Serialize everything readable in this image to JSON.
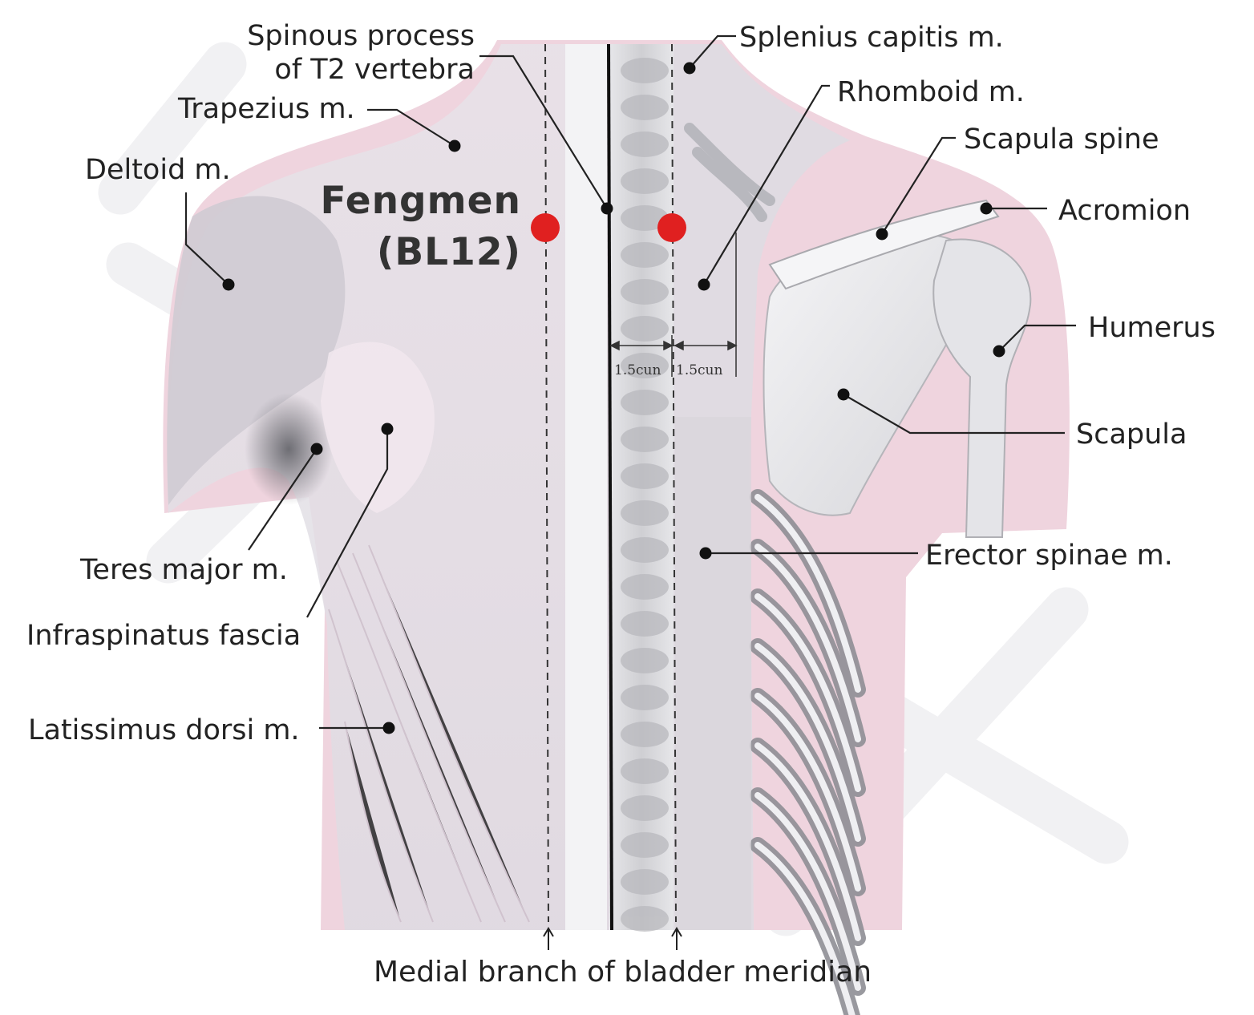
{
  "colors": {
    "body_pink": "#f0d2dc",
    "muscle_gray": "#d5d2d8",
    "bone_white": "#eeeef1",
    "spine_gray": "#c8c8cc",
    "rib_gray": "#8e8e94",
    "point_red": "#e02020",
    "label_text": "#222222",
    "leader_line": "#222222"
  },
  "acupoint": {
    "name": "Fengmen",
    "code": "(BL12)"
  },
  "measurement": {
    "left_span": "1.5cun",
    "right_span": "1.5cun"
  },
  "labels": {
    "spinous_process_line1": "Spinous process",
    "spinous_process_line2": "of T2 vertebra",
    "trapezius": "Trapezius m.",
    "deltoid": "Deltoid m.",
    "teres_major": "Teres major m.",
    "infraspinatus": "Infraspinatus fascia",
    "latissimus": "Latissimus dorsi m.",
    "splenius": "Splenius capitis m.",
    "rhomboid": "Rhomboid m.",
    "scapula_spine": "Scapula spine",
    "acromion": "Acromion",
    "humerus": "Humerus",
    "scapula": "Scapula",
    "erector": "Erector spinae m.",
    "bladder_branch": "Medial branch of bladder meridian"
  }
}
